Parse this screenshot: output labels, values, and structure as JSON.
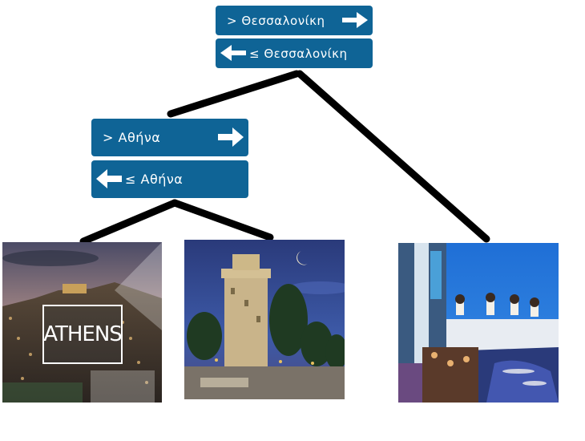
{
  "root": {
    "right_sign": "> Θεσσαλονίκη",
    "left_sign": "≤ Θεσσαλονίκη"
  },
  "child": {
    "right_sign": "> Αθήνα",
    "left_sign": "≤ Αθήνα"
  },
  "leaves": {
    "athens": {
      "label": "ATHENS",
      "icon": "athens-photo"
    },
    "thessaloniki": {
      "icon": "white-tower-photo"
    },
    "mykonos": {
      "icon": "mykonos-windmills-photo"
    }
  },
  "colors": {
    "sign": "#0f6496",
    "edge": "#000000"
  }
}
